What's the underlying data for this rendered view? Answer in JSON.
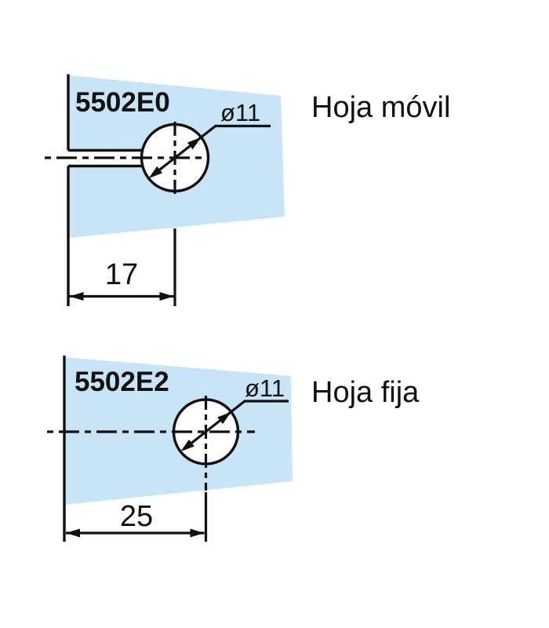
{
  "colors": {
    "background": "#ffffff",
    "panel_fill": "#c8e4f7",
    "line": "#101010",
    "text": "#101010"
  },
  "diagrams": [
    {
      "code": "5502E0",
      "name": "Hoja móvil",
      "hole_diameter_label": "ø11",
      "hole_diameter_mm": 11,
      "hole_offset_label": "17",
      "hole_offset_mm": 17,
      "edge_slot": true
    },
    {
      "code": "5502E2",
      "name": "Hoja fija",
      "hole_diameter_label": "ø11",
      "hole_diameter_mm": 11,
      "hole_offset_label": "25",
      "hole_offset_mm": 25,
      "edge_slot": false
    }
  ]
}
